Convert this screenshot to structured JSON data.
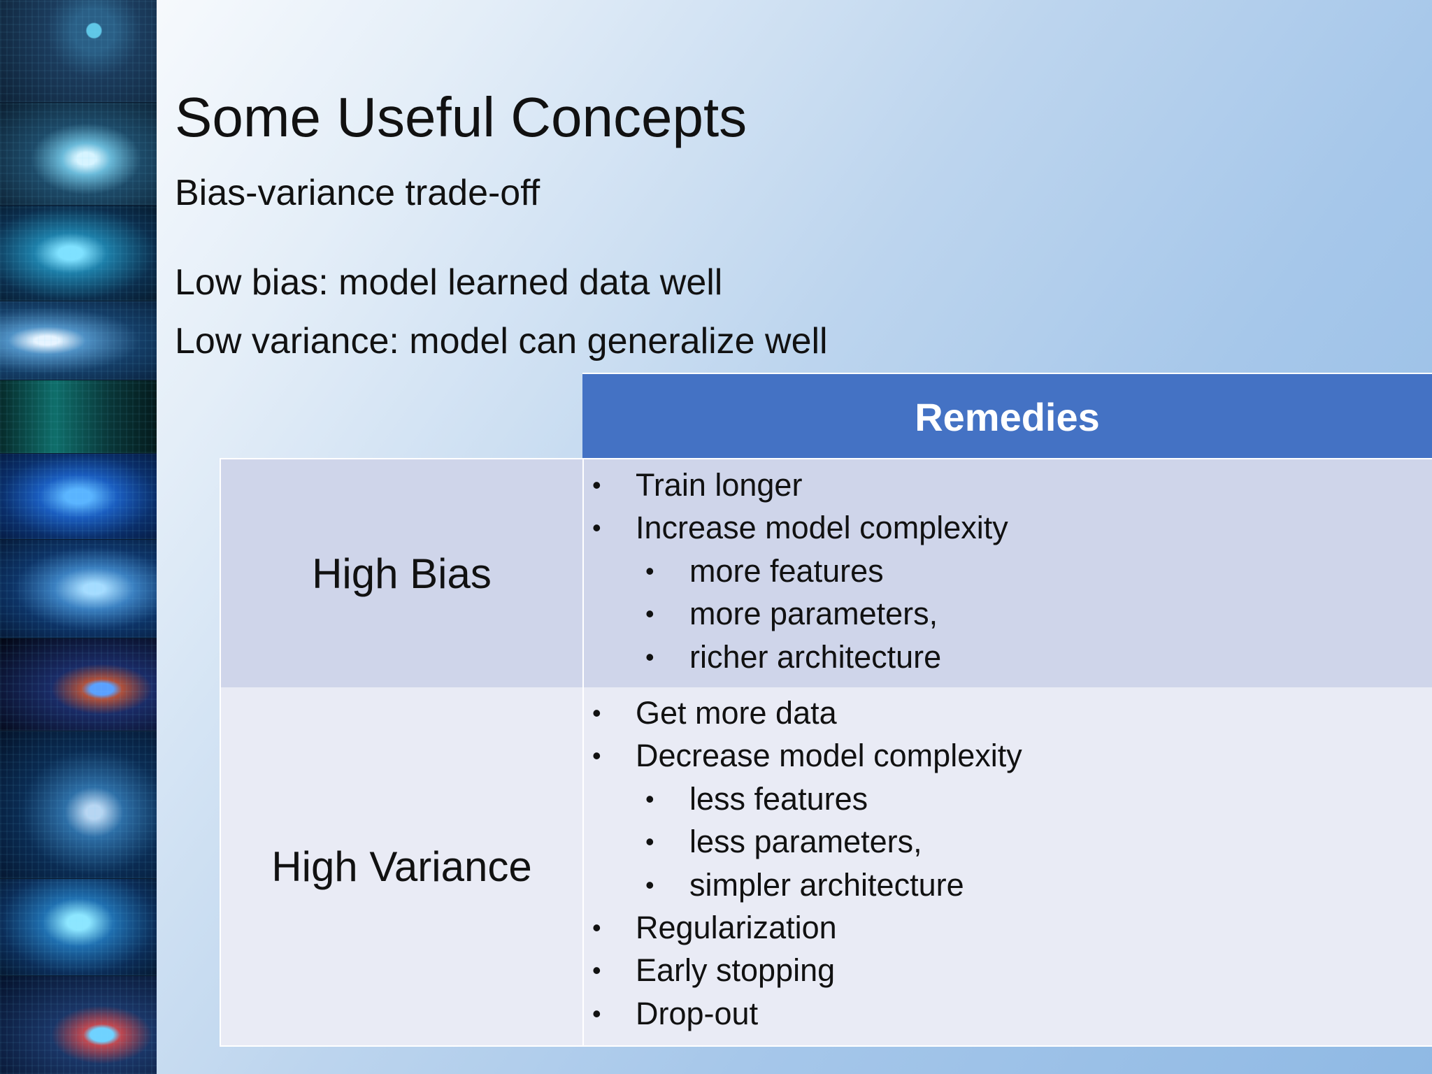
{
  "slide": {
    "title": "Some Useful Concepts",
    "subtitle": "Bias-variance trade-off",
    "lines": [
      "Low bias: model learned data well",
      "Low variance: model can generalize well"
    ]
  },
  "table": {
    "header": "Remedies",
    "rows": [
      {
        "label": "High Bias",
        "items": [
          {
            "text": "Train longer",
            "level": 1
          },
          {
            "text": "Increase model complexity",
            "level": 1
          },
          {
            "text": "more features",
            "level": 2
          },
          {
            "text": "more parameters,",
            "level": 2
          },
          {
            "text": "richer architecture",
            "level": 2
          }
        ]
      },
      {
        "label": "High Variance",
        "items": [
          {
            "text": "Get more data",
            "level": 1
          },
          {
            "text": "Decrease model complexity",
            "level": 1
          },
          {
            "text": "less features",
            "level": 2
          },
          {
            "text": "less parameters,",
            "level": 2
          },
          {
            "text": "simpler architecture",
            "level": 2
          },
          {
            "text": "Regularization",
            "level": 1
          },
          {
            "text": "Early stopping",
            "level": 1
          },
          {
            "text": "Drop-out",
            "level": 1
          }
        ]
      }
    ]
  },
  "colors": {
    "header_bg": "#4472c4",
    "row1_bg": "#cfd5ea",
    "row2_bg": "#e9ebf5"
  }
}
